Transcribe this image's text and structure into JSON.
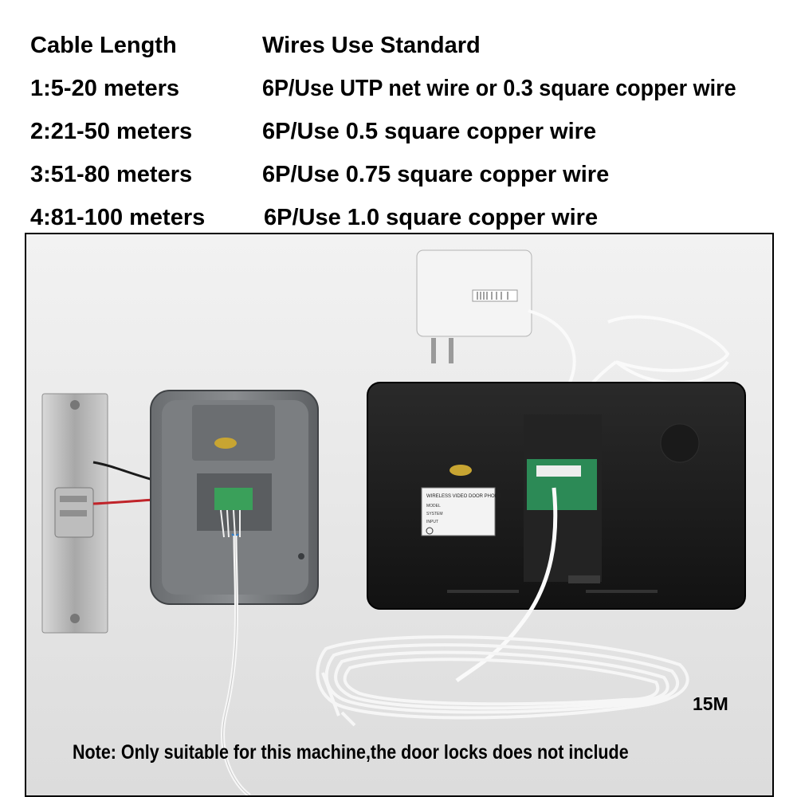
{
  "spec_table": {
    "headers": {
      "length": "Cable Length",
      "wires": "Wires Use Standard"
    },
    "rows": [
      {
        "length": "1:5-20 meters",
        "wires": "6P/Use UTP net wire or 0.3 square copper wire"
      },
      {
        "length": "2:21-50 meters",
        "wires": "6P/Use 0.5 square copper wire"
      },
      {
        "length": "3:51-80 meters",
        "wires": "6P/Use 0.75 square copper wire"
      },
      {
        "length": "4:81-100 meters",
        "wires": "6P/Use 1.0 square copper wire"
      }
    ]
  },
  "photo": {
    "cable_label": "15M",
    "note": "Note: Only suitable for this machine,the door locks does not include",
    "monitor_label": {
      "title": "WIRELESS VIDEO DOOR PHONE",
      "model": "MODEL",
      "system": "SYSTEM",
      "input": "INPUT"
    }
  }
}
